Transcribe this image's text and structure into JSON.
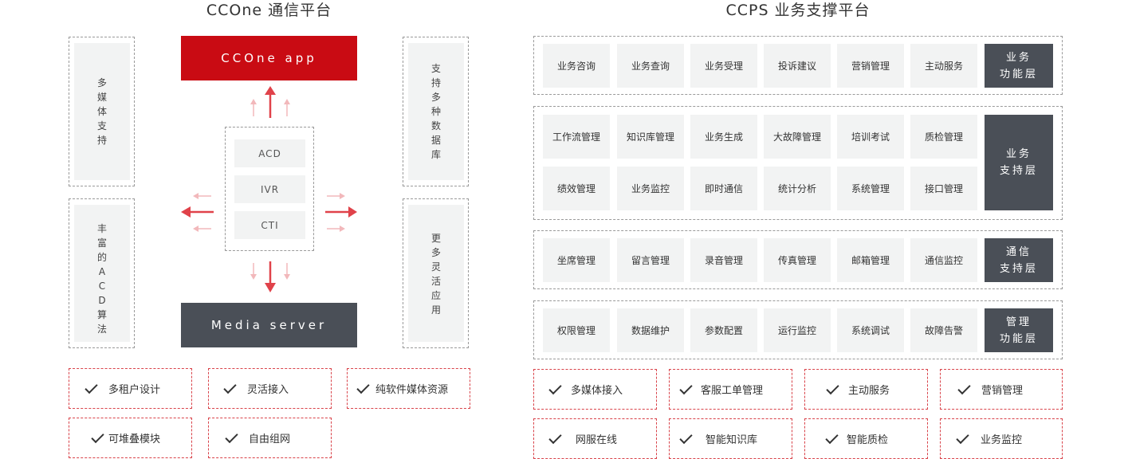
{
  "left": {
    "title": "CCOne 通信平台",
    "app_label": "CCOne app",
    "server_label": "Media server",
    "core_items": [
      "ACD",
      "IVR",
      "CTI"
    ],
    "side_boxes": [
      "多媒体支持",
      "丰富的ACD算法",
      "支持多种数据库",
      "更多灵活应用"
    ],
    "features": [
      "多租户设计",
      "灵活接入",
      "纯软件媒体资源",
      "可堆叠模块",
      "自由组网"
    ]
  },
  "right": {
    "title": "CCPS 业务支撑平台",
    "layers": [
      {
        "name_lines": [
          "业务",
          "功能层"
        ],
        "cells": [
          "业务咨询",
          "业务查询",
          "业务受理",
          "投诉建议",
          "营销管理",
          "主动服务"
        ]
      },
      {
        "name_lines": [
          "业务",
          "支持层"
        ],
        "cells": [
          "工作流管理",
          "知识库管理",
          "业务生成",
          "大故障管理",
          "培训考试",
          "质检管理",
          "绩效管理",
          "业务监控",
          "即时通信",
          "统计分析",
          "系统管理",
          "接口管理"
        ]
      },
      {
        "name_lines": [
          "通信",
          "支持层"
        ],
        "cells": [
          "坐席管理",
          "留言管理",
          "录音管理",
          "传真管理",
          "邮箱管理",
          "通信监控"
        ]
      },
      {
        "name_lines": [
          "管理",
          "功能层"
        ],
        "cells": [
          "权限管理",
          "数据维护",
          "参数配置",
          "运行监控",
          "系统调试",
          "故障告警"
        ]
      }
    ],
    "features": [
      "多媒体接入",
      "客服工单管理",
      "主动服务",
      "营销管理",
      "网服在线",
      "智能知识库",
      "智能质检",
      "业务监控"
    ]
  },
  "colors": {
    "accent_red": "#c90b13",
    "dark_grey": "#4a4f57",
    "cell_grey": "#f2f3f3",
    "arrow_red": "#e0424a",
    "arrow_light": "#f2b8bb"
  }
}
